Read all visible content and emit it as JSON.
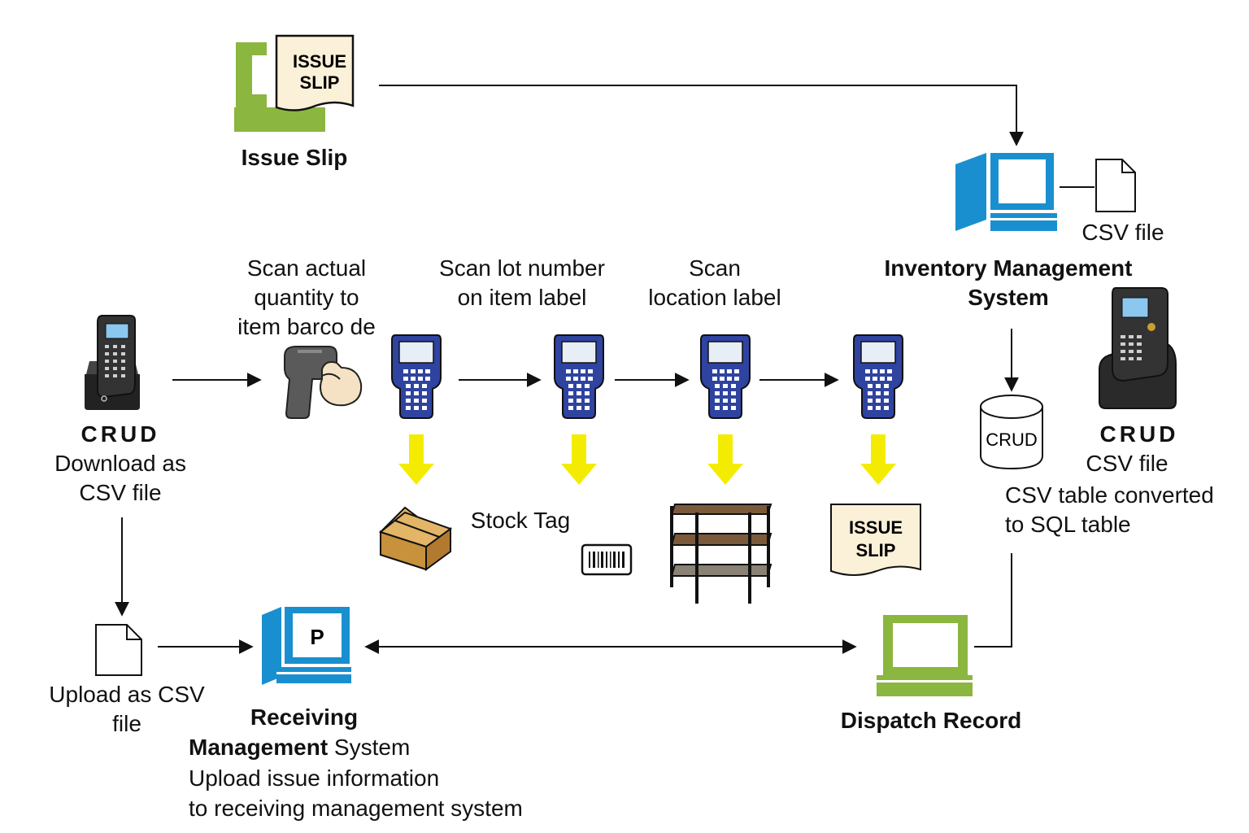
{
  "issue_slip_icon": {
    "line1": "ISSUE",
    "line2": "SLIP"
  },
  "issue_slip_label": "Issue Slip",
  "inventory": {
    "line1": "Inventory Management",
    "line2": "System"
  },
  "csv_file_top": "CSV file",
  "steps": {
    "scan_qty": [
      "Scan actual",
      "quantity to",
      "item barco de"
    ],
    "scan_lot": [
      "Scan lot number",
      "on item label"
    ],
    "scan_loc": [
      "Scan",
      "location label"
    ]
  },
  "stock_tag": "Stock Tag",
  "issue_slip_small": {
    "line1": "ISSUE",
    "line2": "SLIP"
  },
  "db_label": "CRUD",
  "left_handheld": {
    "title": "CRUD",
    "line1": "Download as",
    "line2": "CSV file"
  },
  "right_handheld": {
    "title": "CRUD",
    "line1": "CSV file",
    "line2": "CSV table converted",
    "line3": "to SQL table"
  },
  "upload": {
    "line1": "Upload as CSV",
    "line2": "file"
  },
  "receiving": {
    "icon_letter": "P",
    "line1": "Receiving",
    "line2a": "Management",
    "line2b": " System",
    "line3": "Upload issue information",
    "line4": "to receiving management system"
  },
  "dispatch": "Dispatch Record",
  "colors": {
    "blue": "#1a8fd0",
    "green": "#8bb63f",
    "yellow": "#f4ec00",
    "scanner_blue": "#2f43a0"
  }
}
